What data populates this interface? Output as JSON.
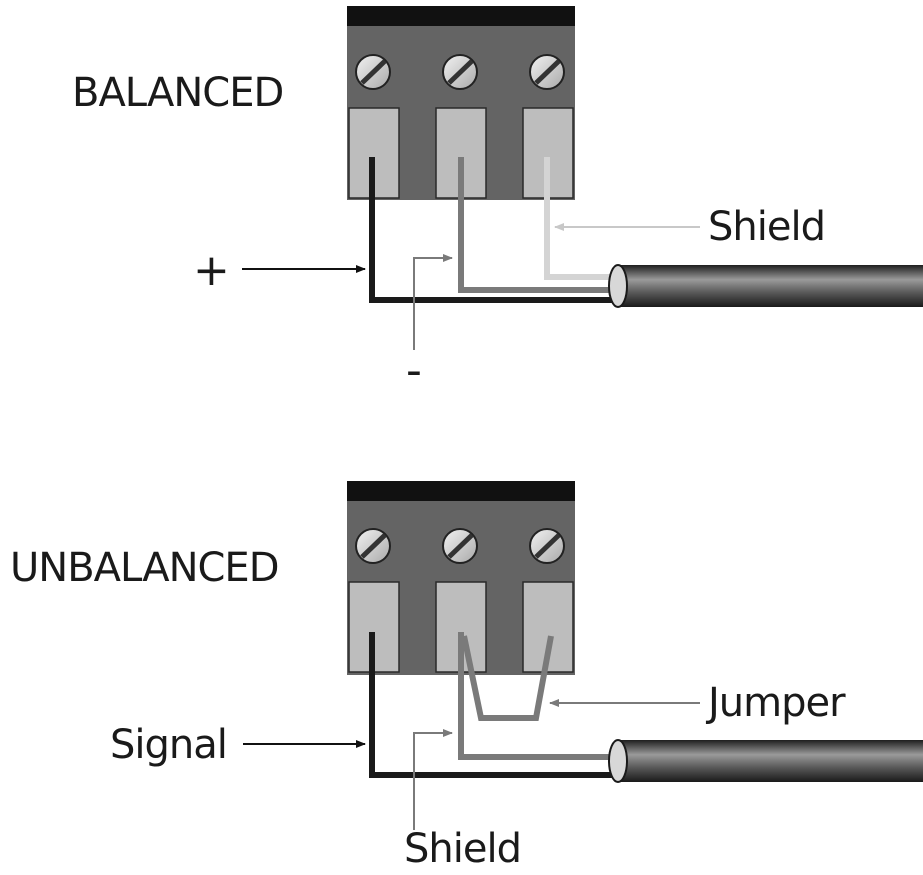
{
  "balanced": {
    "title": "BALANCED",
    "plus_label": "+",
    "minus_label": "-",
    "shield_label": "Shield"
  },
  "unbalanced": {
    "title": "UNBALANCED",
    "signal_label": "Signal",
    "shield_label": "Shield",
    "jumper_label": "Jumper"
  },
  "colors": {
    "block_body": "#646464",
    "block_top": "#111111",
    "terminal_slot": "#bdbdbd",
    "wire_signal": "#1a1a1a",
    "wire_minus": "#7a7a7a",
    "wire_shield": "#d4d4d4",
    "arrow_light": "#c8c8c8",
    "arrow_mid": "#7a7a7a",
    "arrow_dark": "#111111"
  },
  "icons": {
    "terminal_screw": "screw-icon",
    "cable": "cable-icon"
  }
}
